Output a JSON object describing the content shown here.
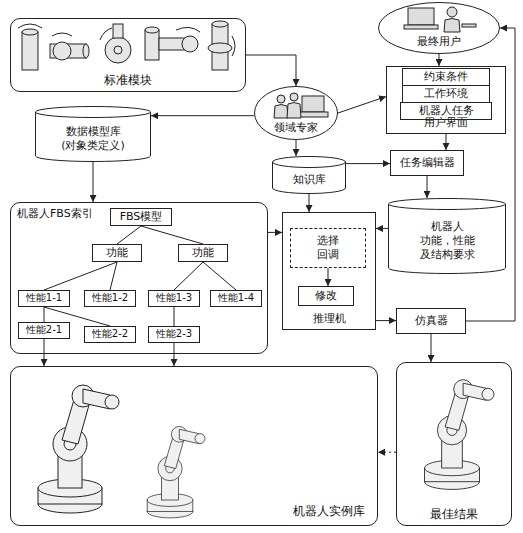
{
  "diagram": {
    "nodes": [
      {
        "text": [
          "标准模块"
        ]
      },
      {
        "text": [
          "领域专家"
        ]
      },
      {
        "text": [
          "最终用户"
        ]
      },
      {
        "text": [
          "用户界面"
        ]
      },
      {
        "text": [
          "约束条件"
        ],
        "in": 3
      },
      {
        "text": [
          "工作环境"
        ],
        "in": 3
      },
      {
        "text": [
          "机器人任务"
        ],
        "in": 3
      },
      {
        "text": [
          "数据模型库 (对象类定义)"
        ]
      },
      {
        "text": [
          "知识库"
        ]
      },
      {
        "text": [
          "任务编辑器"
        ]
      },
      {
        "text": [
          "机器人FBS索引"
        ]
      },
      {
        "text": [
          "FBS模型"
        ],
        "in": 10
      },
      {
        "text": [
          "功能"
        ],
        "in": 10
      },
      {
        "text": [
          "功能"
        ],
        "in": 10
      },
      {
        "text": [
          "性能1-1"
        ],
        "in": 10
      },
      {
        "text": [
          "性能1-2"
        ],
        "in": 10
      },
      {
        "text": [
          "性能1-3"
        ],
        "in": 10
      },
      {
        "text": [
          "性能1-4"
        ],
        "in": 10
      },
      {
        "text": [
          "性能2-1"
        ],
        "in": 10
      },
      {
        "text": [
          "性能2-2"
        ],
        "in": 10
      },
      {
        "text": [
          "性能2-3"
        ],
        "in": 10
      },
      {
        "text": [
          "推理机"
        ]
      },
      {
        "text": [
          "选择 回调"
        ],
        "in": 21
      },
      {
        "text": [
          "修改"
        ],
        "in": 21
      },
      {
        "text": [
          "机器人 功能，性能 及结构要求"
        ]
      },
      {
        "text": [
          "仿真器"
        ]
      },
      {
        "text": [
          "机器人实例库"
        ]
      },
      {
        "text": [
          "最佳结果"
        ]
      }
    ],
    "edges": [
      {
        "from": 0,
        "to": 1,
        "arrow": "to"
      },
      {
        "from": 1,
        "to": 7,
        "arrow": "to"
      },
      {
        "from": 1,
        "to": 8,
        "arrow": "to"
      },
      {
        "from": 1,
        "to": 3,
        "arrow": "to"
      },
      {
        "from": 2,
        "to": 3,
        "arrow": "to"
      },
      {
        "from": 3,
        "to": 9,
        "arrow": "to"
      },
      {
        "from": 8,
        "to": 9,
        "arrow": "to"
      },
      {
        "from": 9,
        "to": 24,
        "arrow": "to"
      },
      {
        "from": 7,
        "to": 10,
        "arrow": "to"
      },
      {
        "from": 8,
        "to": 21,
        "arrow": "to"
      },
      {
        "from": 24,
        "to": 21,
        "arrow": "to"
      },
      {
        "from": 10,
        "to": 21,
        "arrow": "to"
      },
      {
        "from": 22,
        "to": 23,
        "arrow": "to"
      },
      {
        "from": 21,
        "to": 25,
        "arrow": "to"
      },
      {
        "from": 25,
        "to": 2,
        "arrow": "to"
      },
      {
        "from": 25,
        "to": 27,
        "arrow": "to"
      },
      {
        "from": 18,
        "to": 26,
        "arrow": "to"
      },
      {
        "from": 20,
        "to": 26,
        "arrow": "to"
      },
      {
        "from": 27,
        "to": 26,
        "arrow": "to"
      },
      {
        "from": 11,
        "to": 12,
        "arrow": "none"
      },
      {
        "from": 11,
        "to": 13,
        "arrow": "none"
      },
      {
        "from": 12,
        "to": 14,
        "arrow": "none"
      },
      {
        "from": 12,
        "to": 15,
        "arrow": "none"
      },
      {
        "from": 13,
        "to": 16,
        "arrow": "none"
      },
      {
        "from": 13,
        "to": 17,
        "arrow": "none"
      },
      {
        "from": 14,
        "to": 18,
        "arrow": "none"
      },
      {
        "from": 14,
        "to": 19,
        "arrow": "none"
      },
      {
        "from": 16,
        "to": 20,
        "arrow": "none"
      }
    ]
  }
}
